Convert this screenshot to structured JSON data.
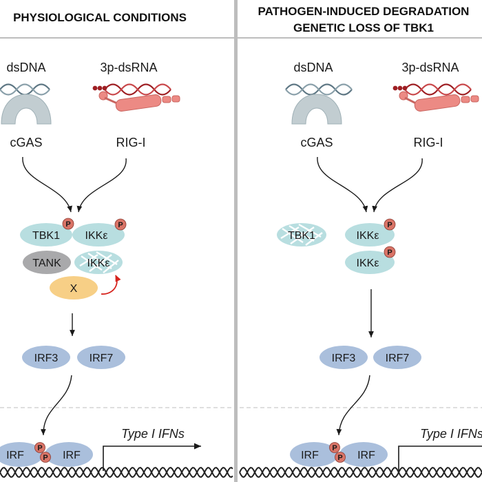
{
  "headers": {
    "left": "PHYSIOLOGICAL CONDITIONS",
    "right_line1": "PATHOGEN-INDUCED DEGRADATION",
    "right_line2": "GENETIC LOSS OF TBK1"
  },
  "left": {
    "dsdna": "dsDNA",
    "rna": "3p-dsRNA",
    "cgas": "cGAS",
    "rig": "RIG-I",
    "tbk1": "TBK1",
    "ikk_top": "IKKε",
    "tank": "TANK",
    "ikk_degraded": "IKKε",
    "x": "X",
    "irf3": "IRF3",
    "irf7": "IRF7",
    "irf_a": "IRF",
    "irf_b": "IRF",
    "ifn": "Type I IFNs"
  },
  "right": {
    "dsdna": "dsDNA",
    "rna": "3p-dsRNA",
    "cgas": "cGAS",
    "rig": "RIG-I",
    "tbk1_degraded": "TBK1",
    "ikk_top": "IKKε",
    "ikk_bottom": "IKKε",
    "irf3": "IRF3",
    "irf7": "IRF7",
    "irf_a": "IRF",
    "irf_b": "IRF",
    "ifn": "Type I IFNs"
  },
  "phospho_label": "P",
  "colors": {
    "teal_protein": "#b8dee0",
    "gray_protein": "#a9a9ab",
    "yellow_protein": "#f7cf86",
    "blue_protein": "#aabfdc",
    "phospho": "#d97467",
    "rna_dark_red": "#9e1f23",
    "rig_pink": "#ec8a84",
    "cgas_gray": "#c2cdd1",
    "divider": "#bdbdbd"
  }
}
